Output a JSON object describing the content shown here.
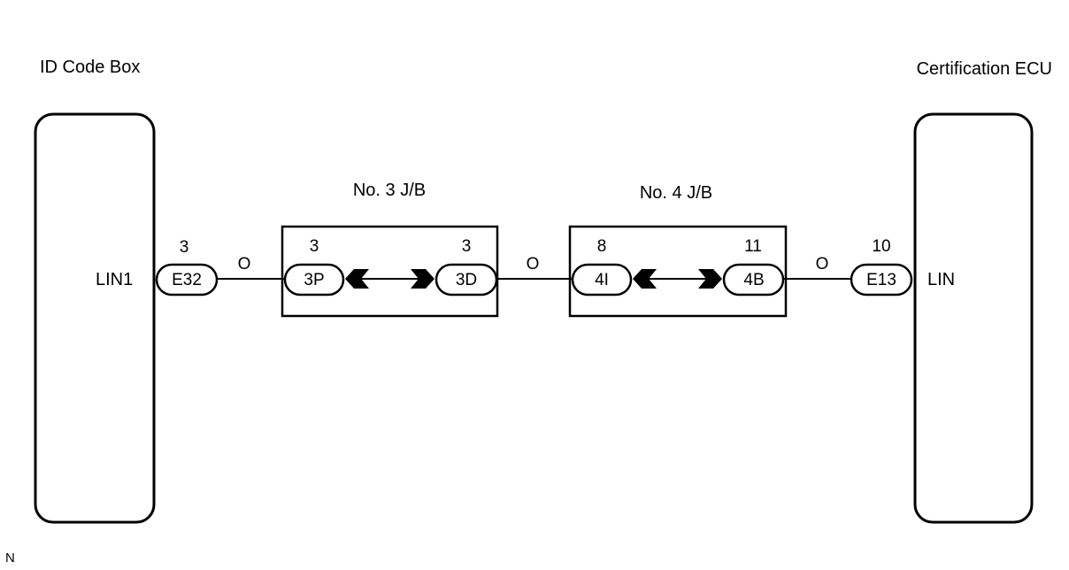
{
  "components": {
    "left": {
      "name": "ID Code Box",
      "signal": "LIN1"
    },
    "right": {
      "name": "Certification ECU",
      "signal": "LIN"
    },
    "jb3": {
      "name": "No. 3 J/B"
    },
    "jb4": {
      "name": "No. 4 J/B"
    }
  },
  "connectors": {
    "e32": {
      "id": "E32",
      "pin": "3"
    },
    "jb3_in": {
      "id": "3P",
      "pin": "3"
    },
    "jb3_out": {
      "id": "3D",
      "pin": "3"
    },
    "jb4_in": {
      "id": "4I",
      "pin": "8"
    },
    "jb4_out": {
      "id": "4B",
      "pin": "11"
    },
    "e13": {
      "id": "E13",
      "pin": "10"
    }
  },
  "wires": {
    "w1": "O",
    "w2": "O",
    "w3": "O"
  },
  "corner_mark": "N",
  "colors": {
    "line": "#000000",
    "background": "#ffffff"
  }
}
